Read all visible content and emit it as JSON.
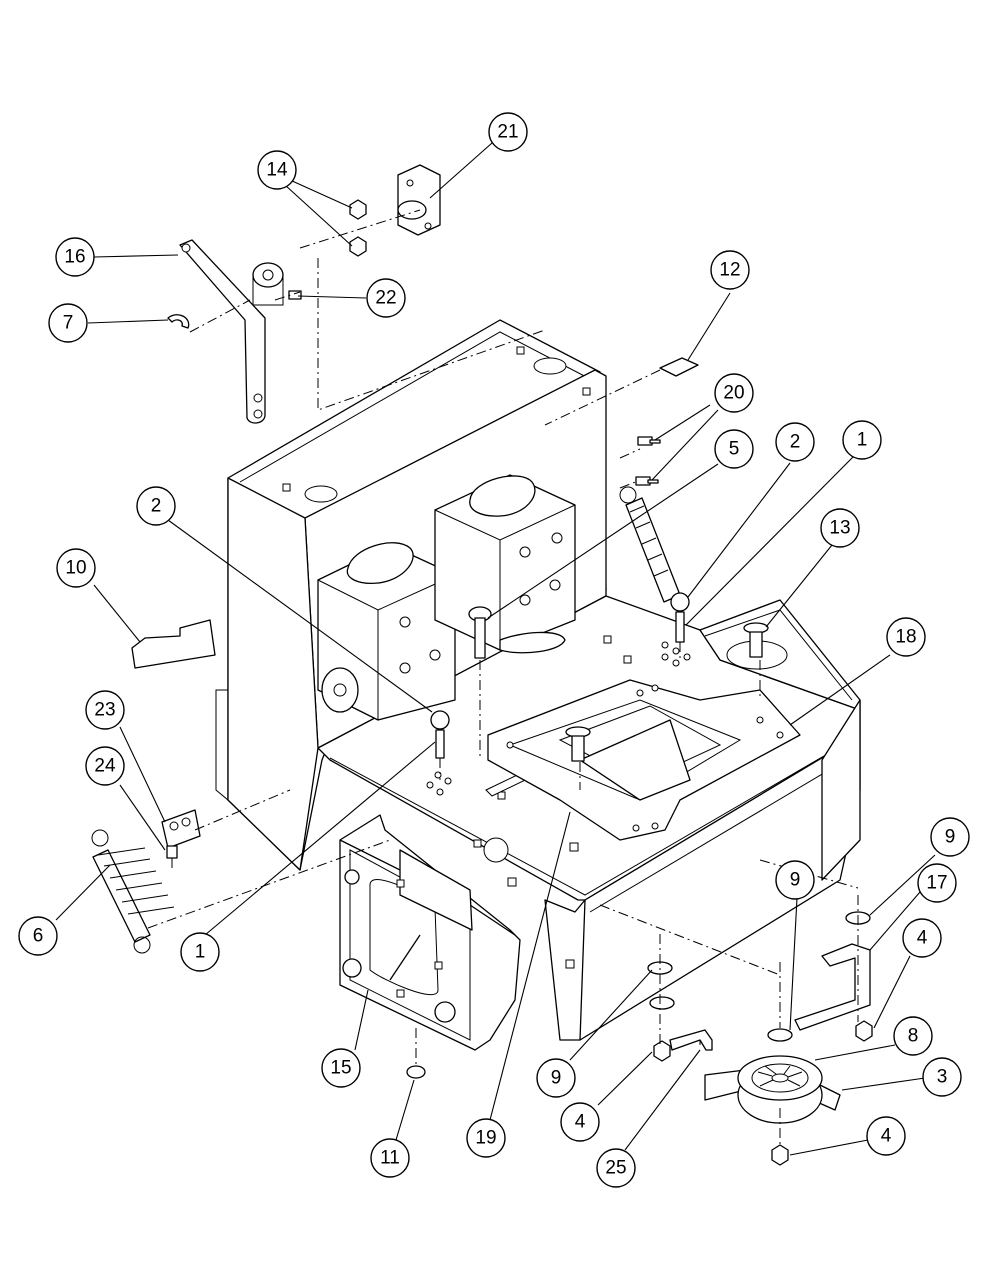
{
  "callouts": [
    {
      "id": "c21",
      "label": "21"
    },
    {
      "id": "c14",
      "label": "14"
    },
    {
      "id": "c16",
      "label": "16"
    },
    {
      "id": "c22",
      "label": "22"
    },
    {
      "id": "c7",
      "label": "7"
    },
    {
      "id": "c12",
      "label": "12"
    },
    {
      "id": "c20",
      "label": "20"
    },
    {
      "id": "c5",
      "label": "5"
    },
    {
      "id": "c2a",
      "label": "2"
    },
    {
      "id": "c1a",
      "label": "1"
    },
    {
      "id": "c13",
      "label": "13"
    },
    {
      "id": "c2b",
      "label": "2"
    },
    {
      "id": "c10",
      "label": "10"
    },
    {
      "id": "c18",
      "label": "18"
    },
    {
      "id": "c23",
      "label": "23"
    },
    {
      "id": "c24",
      "label": "24"
    },
    {
      "id": "c9a",
      "label": "9"
    },
    {
      "id": "c17",
      "label": "17"
    },
    {
      "id": "c6",
      "label": "6"
    },
    {
      "id": "c1b",
      "label": "1"
    },
    {
      "id": "c9b",
      "label": "9"
    },
    {
      "id": "c4a",
      "label": "4"
    },
    {
      "id": "c15",
      "label": "15"
    },
    {
      "id": "c9c",
      "label": "9"
    },
    {
      "id": "c8",
      "label": "8"
    },
    {
      "id": "c3",
      "label": "3"
    },
    {
      "id": "c4b",
      "label": "4"
    },
    {
      "id": "c11",
      "label": "11"
    },
    {
      "id": "c19",
      "label": "19"
    },
    {
      "id": "c4c",
      "label": "4"
    },
    {
      "id": "c25",
      "label": "25"
    }
  ]
}
